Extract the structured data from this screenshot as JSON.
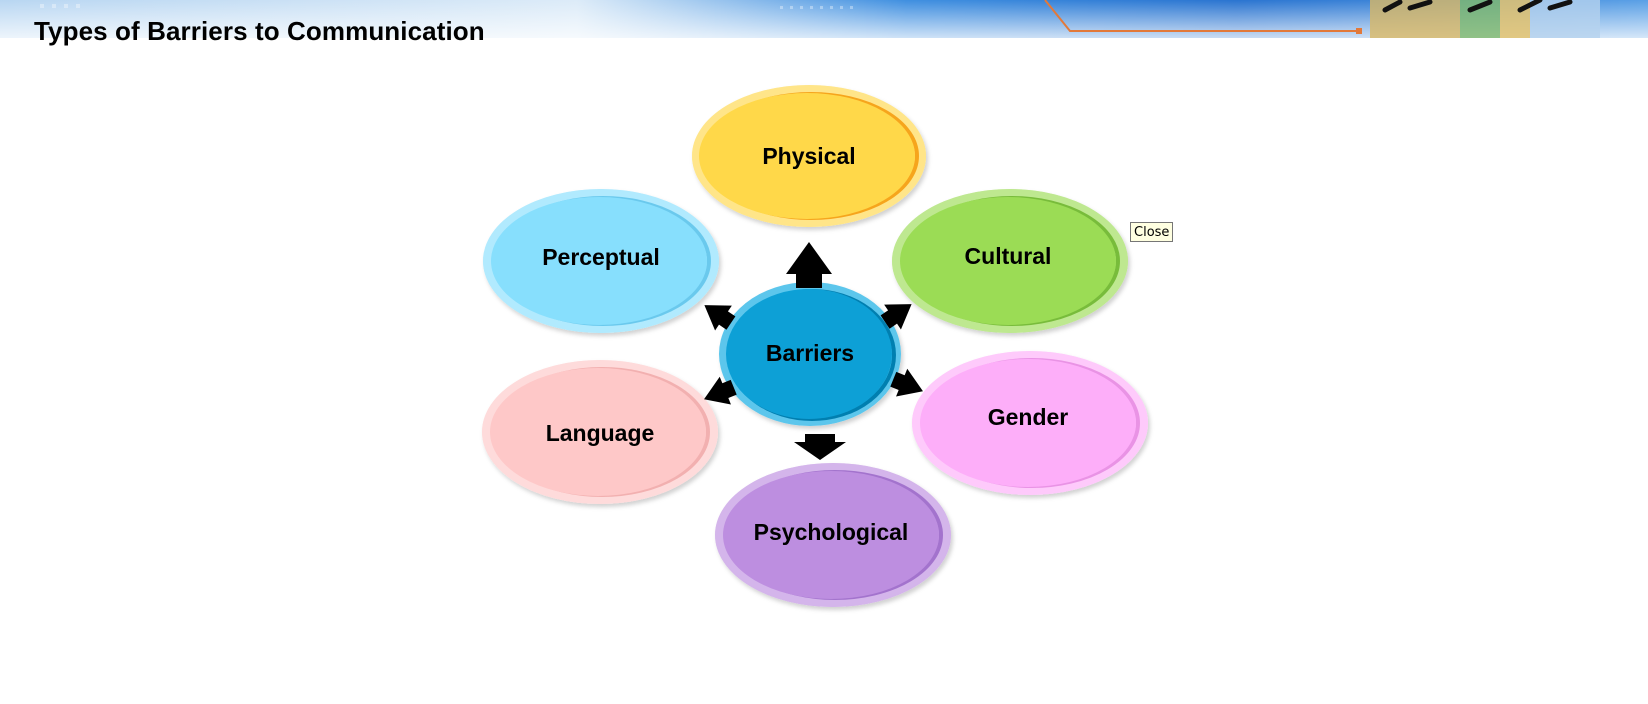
{
  "slide": {
    "title": "Types of Barriers to Communication"
  },
  "diagram": {
    "center": {
      "label": "Barriers",
      "color": "#0aa0d6"
    },
    "nodes": [
      {
        "label": "Physical",
        "color": "#ffd84a"
      },
      {
        "label": "Cultural",
        "color": "#9bdc55"
      },
      {
        "label": "Gender",
        "color": "#fdaef9"
      },
      {
        "label": "Psychological",
        "color": "#bd8ee0"
      },
      {
        "label": "Language",
        "color": "#fec8c8"
      },
      {
        "label": "Perceptual",
        "color": "#87dffd"
      }
    ],
    "arrow_color": "#000000"
  },
  "tooltip": {
    "label": "Close"
  },
  "icons": {
    "arrow": "arrow-icon",
    "banner": "banner-graphic"
  }
}
